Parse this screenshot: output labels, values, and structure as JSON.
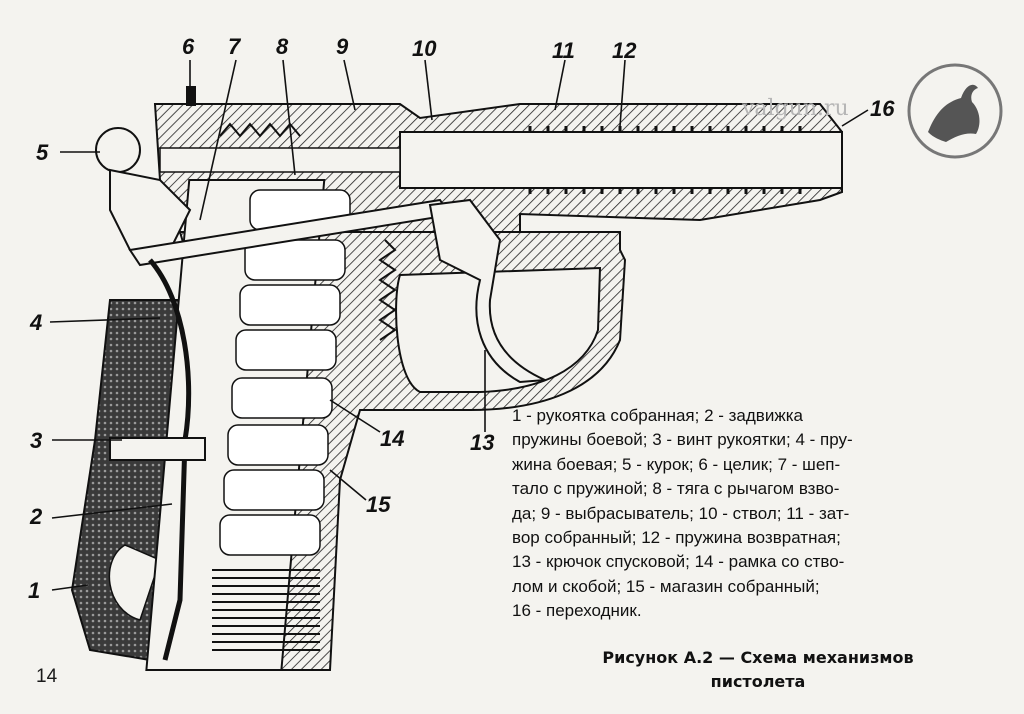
{
  "figure": {
    "part_numbers": [
      "1",
      "2",
      "3",
      "4",
      "5",
      "6",
      "7",
      "8",
      "9",
      "10",
      "11",
      "12",
      "13",
      "14",
      "15",
      "16"
    ],
    "legend_lines": [
      "1 - рукоятка собранная; 2 - задвижка",
      "пружины боевой; 3 - винт рукоятки; 4 - пру-",
      "жина боевая; 5 - курок; 6 - целик; 7 - шеп-",
      "тало с пружиной; 8 - тяга с рычагом взво-",
      "да; 9 - выбрасыватель; 10 - ствол; 11 - зат-",
      "вор собранный; 12 - пружина возвратная;",
      "13 - крючок спусковой; 14 - рамка со ство-",
      "лом и скобой; 15 - магазин собранный;",
      "16 - переходник."
    ],
    "caption_line1": "Рисунок А.2 — Схема механизмов",
    "caption_line2": "пистолета"
  },
  "page_number": "14",
  "watermark": "valgun.ru",
  "colors": {
    "ink": "#1a1a1a",
    "paper": "#f4f3ef",
    "watermark": "#b6b6b6"
  }
}
